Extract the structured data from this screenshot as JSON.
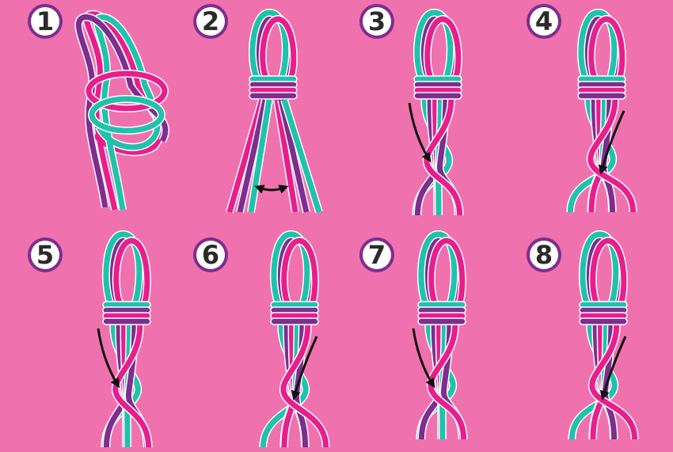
{
  "colors": {
    "background": "#ef72ae",
    "teal": "#1fc2ac",
    "purple": "#7d2e8e",
    "magenta": "#e81e8c",
    "outline": "#ffffff",
    "badge_ring": "#7d2e8e",
    "badge_fill": "#ffffff",
    "number": "#2b2b2b",
    "arrow": "#111111"
  },
  "steps": [
    {
      "number": "1",
      "state": "tied-knot",
      "arrow": "none"
    },
    {
      "number": "2",
      "state": "wrapped-loop-spread-strands",
      "arrow": "spread-strands"
    },
    {
      "number": "3",
      "state": "braid-begin",
      "arrow": "outer-left-over-to-center"
    },
    {
      "number": "4",
      "state": "braid",
      "arrow": "outer-right-over-to-center"
    },
    {
      "number": "5",
      "state": "braid",
      "arrow": "outer-left-over-to-center"
    },
    {
      "number": "6",
      "state": "braid",
      "arrow": "outer-right-over-to-center"
    },
    {
      "number": "7",
      "state": "braid",
      "arrow": "outer-left-over-to-center"
    },
    {
      "number": "8",
      "state": "braid",
      "arrow": "outer-right-over-to-center"
    }
  ]
}
